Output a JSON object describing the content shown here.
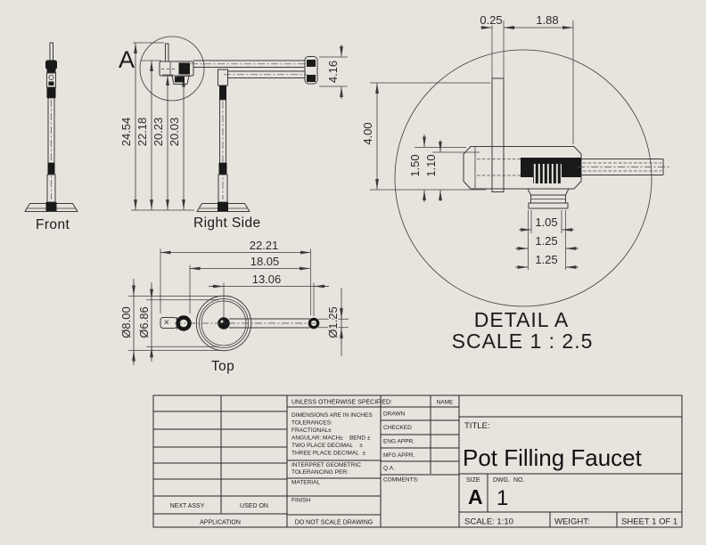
{
  "sheet": {
    "background": "#e7e3dd",
    "line_color": "#3a3a3a"
  },
  "views": {
    "front": {
      "label": "Front"
    },
    "right_side": {
      "label": "Right Side",
      "detail_callout": "A",
      "height_dims": [
        "24.54",
        "22.18",
        "20.23",
        "20.03"
      ],
      "spout_dim": "4.16"
    },
    "top": {
      "label": "Top",
      "width_dims": [
        "22.21",
        "18.05",
        "13.06"
      ],
      "diameter_dims": [
        "Ø8.00",
        "Ø6.86",
        "Ø1.25"
      ]
    },
    "detail_a": {
      "label": "DETAIL A",
      "scale_label": "SCALE 1 : 2.5",
      "top_dims": [
        "0.25",
        "1.88"
      ],
      "height_dim": "4.00",
      "body_dims": [
        "1.50",
        "1.10"
      ],
      "spout_dims": [
        "1.05",
        "1.25",
        "1.25"
      ]
    }
  },
  "title_block": {
    "unless": "UNLESS OTHERWISE SPECIFIED:",
    "spec_lines": [
      "DIMENSIONS ARE IN INCHES",
      "TOLERANCES:",
      "FRACTIONAL±",
      "ANGULAR: MACH±    BEND ±",
      "TWO PLACE DECIMAL    ±",
      "THREE PLACE DECIMAL  ±"
    ],
    "interpret_line1": "INTERPRET GEOMETRIC",
    "interpret_line2": "TOLERANCING PER:",
    "material": "MATERIAL",
    "finish": "FINISH",
    "do_not_scale": "DO NOT SCALE DRAWING",
    "next_assy": "NEXT ASSY",
    "used_on": "USED ON",
    "application": "APPLICATION",
    "name_header": "NAME",
    "approval_rows": [
      "DRAWN",
      "CHECKED",
      "ENG APPR.",
      "MFG APPR.",
      "Q.A.",
      "COMMENTS:"
    ],
    "title_label": "TITLE:",
    "title": "Pot Filling Faucet",
    "size_label": "SIZE",
    "size_value": "A",
    "dwg_label": "DWG.  NO.",
    "dwg_value": "1",
    "scale": "SCALE: 1:10",
    "weight": "WEIGHT:",
    "sheet": "SHEET 1 OF 1"
  }
}
